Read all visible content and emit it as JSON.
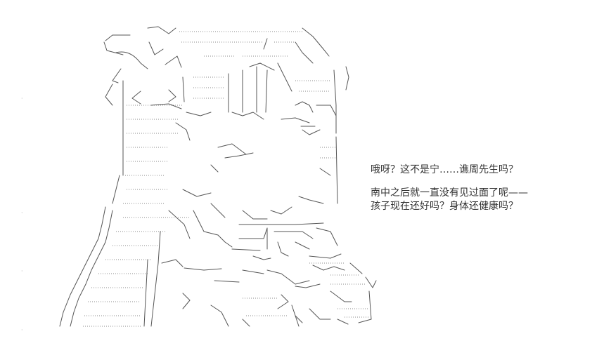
{
  "dialogue": {
    "line1": "哦呀？这不是宁……谯周先生吗？",
    "line2": "南中之后就一直没有见过面了呢——",
    "line3": "孩子现在还好吗？身体还健康吗？"
  },
  "art": {
    "icon": "ascii-art-character-illustration"
  },
  "colors": {
    "background": "#ffffff",
    "text": "#333333",
    "art_stroke": "#555555"
  }
}
